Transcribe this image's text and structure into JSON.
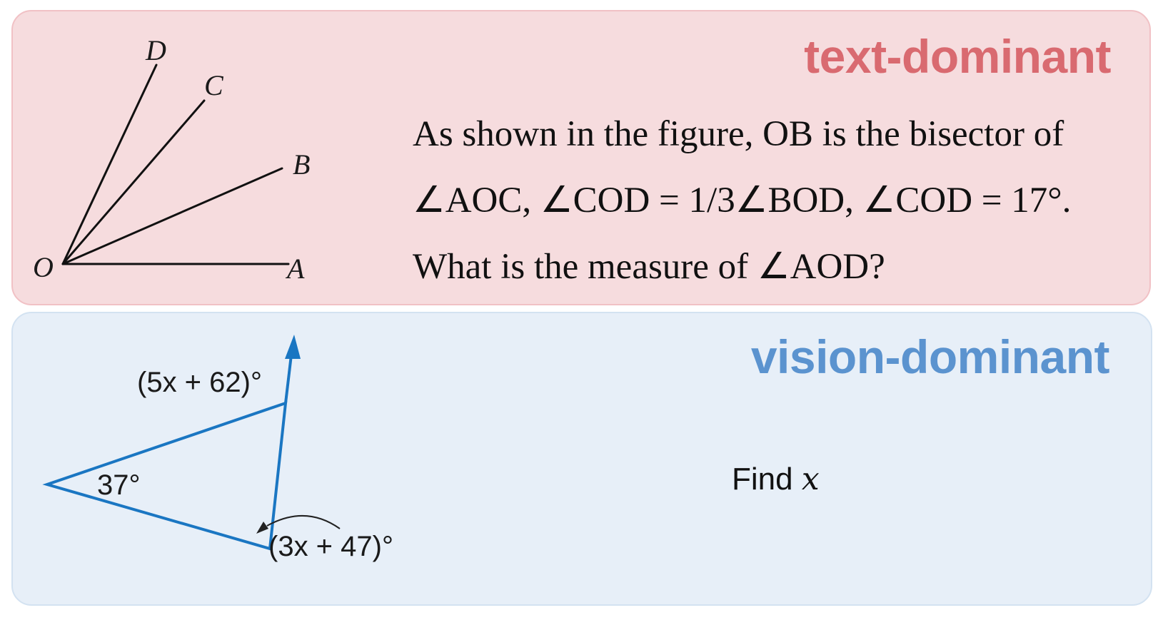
{
  "text_panel": {
    "title": "text-dominant",
    "question_lines": [
      "As shown in the figure,  OB is the bisector of",
      "∠AOC,  ∠COD = 1/3∠BOD, ∠COD = 17°.",
      "What is the measure of ∠AOD?"
    ],
    "figure": {
      "points": [
        "O",
        "A",
        "B",
        "C",
        "D"
      ]
    }
  },
  "vision_panel": {
    "title": "vision-dominant",
    "question_prefix": "Find ",
    "question_var": "x",
    "figure": {
      "angle_labels": [
        "(5x + 62)°",
        "37°",
        "(3x + 47)°"
      ],
      "line_color": "#1a76c2"
    }
  },
  "colors": {
    "text_panel_bg": "#f6dcde",
    "text_title": "#d96a70",
    "vision_panel_bg": "#e7eff8",
    "vision_title": "#5b93cf"
  }
}
